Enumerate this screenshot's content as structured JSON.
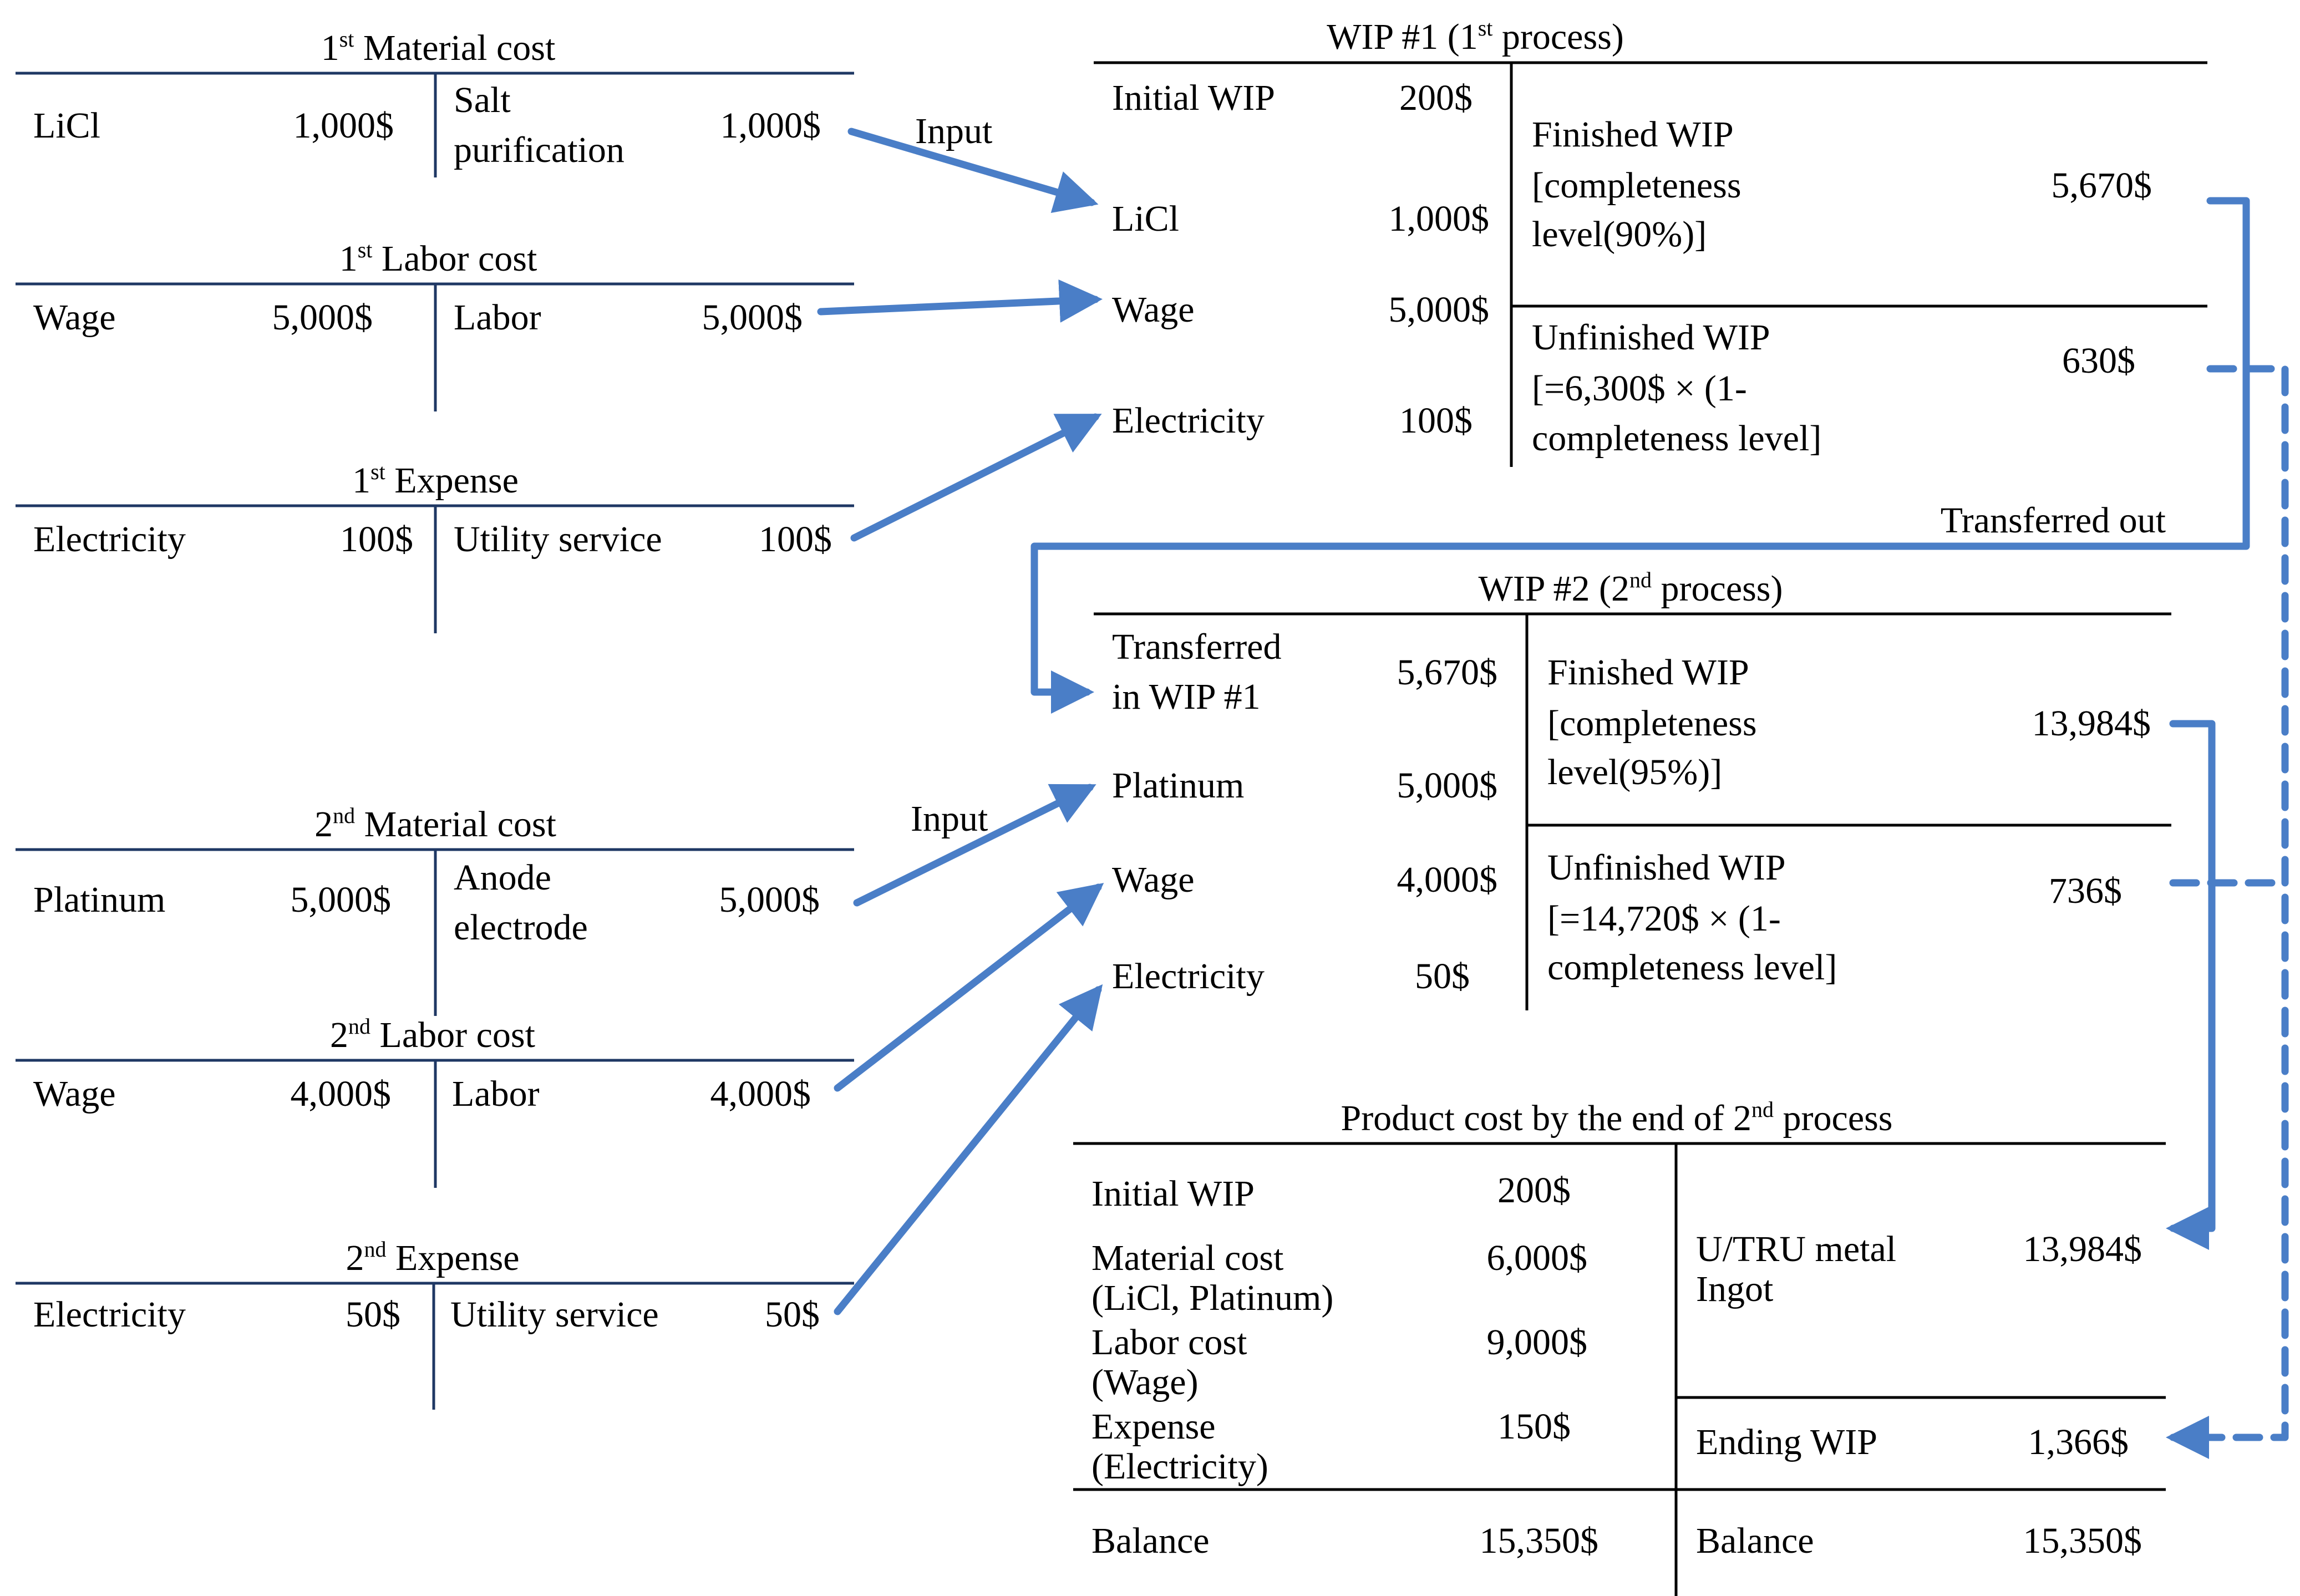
{
  "colors": {
    "arrow": "#4A7EC7",
    "rule": "#1F3864",
    "text": "#000000"
  },
  "accounts": {
    "mat1": {
      "title_a": "1",
      "title_sup": "st",
      "title_b": " Material cost",
      "d_label": "LiCl",
      "d_value": "1,000$",
      "c_label_1": "Salt",
      "c_label_2": "purification",
      "c_value": "1,000$"
    },
    "lab1": {
      "title_a": "1",
      "title_sup": "st",
      "title_b": " Labor cost",
      "d_label": "Wage",
      "d_value": "5,000$",
      "c_label": "Labor",
      "c_value": "5,000$"
    },
    "exp1": {
      "title_a": "1",
      "title_sup": "st",
      "title_b": " Expense",
      "d_label": "Electricity",
      "d_value": "100$",
      "c_label": "Utility service",
      "c_value": "100$"
    },
    "mat2": {
      "title_a": "2",
      "title_sup": "nd",
      "title_b": " Material cost",
      "d_label": "Platinum",
      "d_value": "5,000$",
      "c_label_1": "Anode",
      "c_label_2": "electrode",
      "c_value": "5,000$"
    },
    "lab2": {
      "title_a": "2",
      "title_sup": "nd",
      "title_b": " Labor cost",
      "d_label": "Wage",
      "d_value": "4,000$",
      "c_label": "Labor",
      "c_value": "4,000$"
    },
    "exp2": {
      "title_a": "2",
      "title_sup": "nd",
      "title_b": " Expense",
      "d_label": "Electricity",
      "d_value": "50$",
      "c_label": "Utility service",
      "c_value": "50$"
    }
  },
  "labels": {
    "input_1": "Input",
    "input_2": "Input",
    "transferred_out": "Transferred out"
  },
  "wip1": {
    "title_a": "WIP #1 (1",
    "title_sup": "st",
    "title_b": "  process)",
    "rows": [
      {
        "label": "Initial WIP",
        "value": "200$"
      },
      {
        "label": "LiCl",
        "value": "1,000$"
      },
      {
        "label": "Wage",
        "value": "5,000$"
      },
      {
        "label": "Electricity",
        "value": "100$"
      }
    ],
    "finished": {
      "line1": "Finished WIP",
      "line2": "[completeness",
      "line3": "level(90%)]",
      "value": "5,670$"
    },
    "unfinished": {
      "line1": "Unfinished WIP",
      "line2": "[=6,300$ × (1-",
      "line3": "completeness level]",
      "value": "630$"
    }
  },
  "wip2": {
    "title_a": "WIP  #2 (2",
    "title_sup": "nd",
    "title_b": " process)",
    "rows": [
      {
        "label_1": "Transferred",
        "label_2": "in WIP #1",
        "value": "5,670$"
      },
      {
        "label": "Platinum",
        "value": "5,000$"
      },
      {
        "label": "Wage",
        "value": "4,000$"
      },
      {
        "label": "Electricity",
        "value": "50$"
      }
    ],
    "finished": {
      "line1": "Finished WIP",
      "line2": "[completeness",
      "line3": "level(95%)]",
      "value": "13,984$"
    },
    "unfinished": {
      "line1": "Unfinished WIP",
      "line2": "[=14,720$ × (1-",
      "line3": "completeness level]",
      "value": "736$"
    }
  },
  "product": {
    "title_a": "Product cost by the end of 2",
    "title_sup": "nd",
    "title_b": " process",
    "left": [
      {
        "label_1": "Initial WIP",
        "value": "200$"
      },
      {
        "label_1": "Material cost",
        "label_2": "(LiCl, Platinum)",
        "value": "6,000$"
      },
      {
        "label_1": "Labor cost",
        "label_2": "(Wage)",
        "value": "9,000$"
      },
      {
        "label_1": "Expense",
        "label_2": "(Electricity)",
        "value": "150$"
      }
    ],
    "right": [
      {
        "label_1": "U/TRU metal",
        "label_2": "Ingot",
        "value": "13,984$"
      },
      {
        "label_1": "Ending WIP",
        "value": "1,366$"
      }
    ],
    "balance_left": {
      "label": "Balance",
      "value": "15,350$"
    },
    "balance_right": {
      "label": "Balance",
      "value": "15,350$"
    }
  }
}
